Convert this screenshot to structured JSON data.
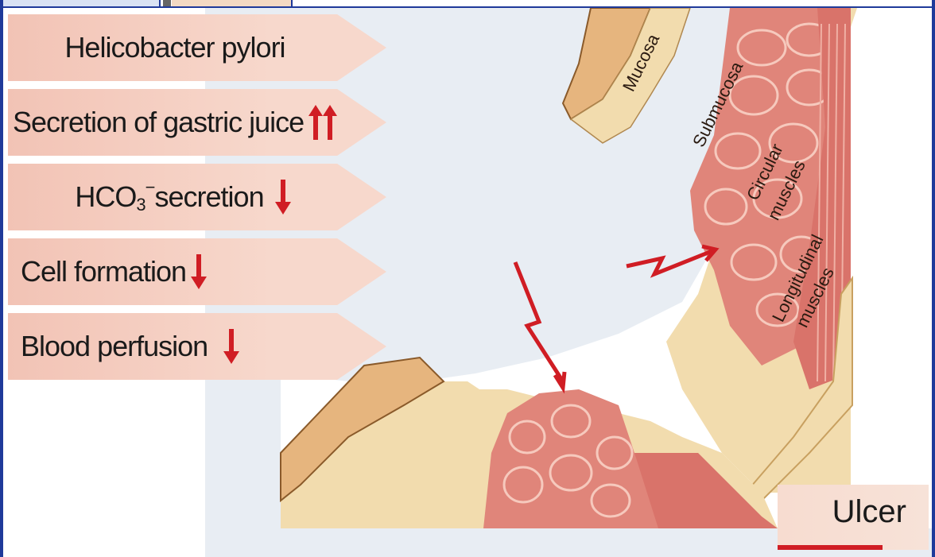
{
  "factors": [
    {
      "label": "Helicobacter pylori",
      "arrow": ""
    },
    {
      "label": "Secretion of gastric juice",
      "arrow": "double-up-arrow"
    },
    {
      "label_pre": "HCO",
      "sub": "3",
      "sup": "−",
      "label_post": "secretion",
      "arrow": "down-arrow"
    },
    {
      "label": "Cell formation",
      "arrow": "down-arrow"
    },
    {
      "label": "Blood perfusion",
      "arrow": "down-arrow"
    }
  ],
  "layers": {
    "mucosa": "Mucosa",
    "submucosa": "Submucosa",
    "circular_1": "Circular",
    "circular_2": "muscles",
    "longitudinal_1": "Longitudinal",
    "longitudinal_2": "muscles"
  },
  "ulcer_label": "Ulcer",
  "colors": {
    "arrow_red": "#d01d24",
    "box_pink": "#f4cdbf",
    "muscle_red": "#e0857a",
    "submucosa_tan": "#f2dcae",
    "frame_blue": "#1f3a9a"
  }
}
